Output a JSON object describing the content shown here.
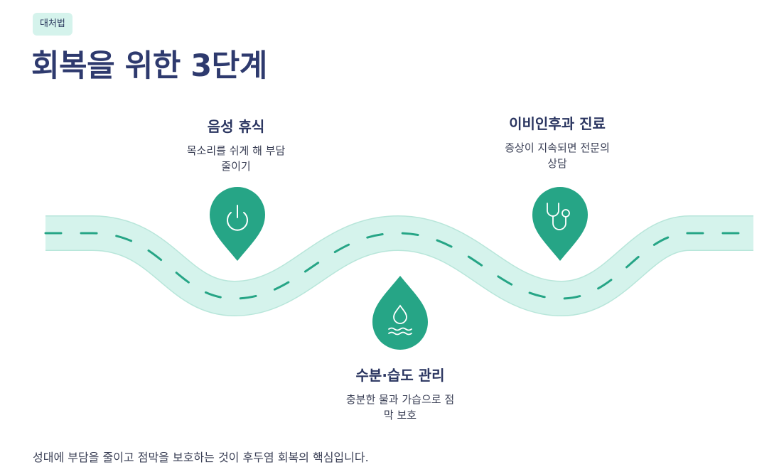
{
  "tag": "대처법",
  "title": "회복을 위한 3단계",
  "steps": [
    {
      "title": "음성 휴식",
      "desc_line1": "목소리를 쉬게 해 부담",
      "desc_line2": "줄이기",
      "icon": "power-icon"
    },
    {
      "title": "수분·습도 관리",
      "desc_line1": "충분한 물과 가습으로 점",
      "desc_line2": "막 보호",
      "icon": "water-drop-icon"
    },
    {
      "title": "이비인후과 진료",
      "desc_line1": "증상이 지속되면 전문의",
      "desc_line2": "상담",
      "icon": "stethoscope-icon"
    }
  ],
  "caption": "성대에 부담을 줄이고 점막을 보호하는 것이 후두염 회복의 핵심입니다.",
  "colors": {
    "road": "#d5f3ec",
    "road_edge": "#b8e6da",
    "dash": "#26a586",
    "pin": "#26a586",
    "heading": "#2e3a6e"
  }
}
